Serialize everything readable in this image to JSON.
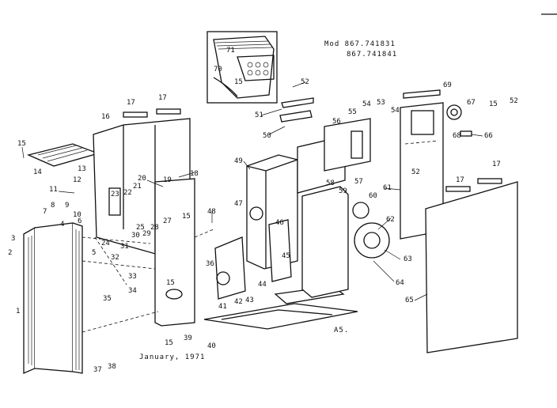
{
  "header": {
    "model_label": "Mod 867.741831",
    "model_label_2": "867.741841"
  },
  "footer": {
    "date": "January, 1971",
    "code": "A5."
  },
  "callouts": [
    "1",
    "2",
    "3",
    "4",
    "5",
    "6",
    "7",
    "8",
    "9",
    "10",
    "11",
    "12",
    "13",
    "14",
    "15",
    "16",
    "17",
    "18",
    "19",
    "20",
    "21",
    "22",
    "23",
    "24",
    "25",
    "27",
    "28",
    "29",
    "30",
    "31",
    "32",
    "33",
    "34",
    "35",
    "36",
    "37",
    "38",
    "39",
    "40",
    "41",
    "42",
    "43",
    "44",
    "45",
    "46",
    "47",
    "48",
    "49",
    "50",
    "51",
    "52",
    "53",
    "54",
    "55",
    "56",
    "57",
    "58",
    "59",
    "60",
    "61",
    "62",
    "63",
    "64",
    "65",
    "66",
    "67",
    "68",
    "69",
    "70",
    "71"
  ]
}
